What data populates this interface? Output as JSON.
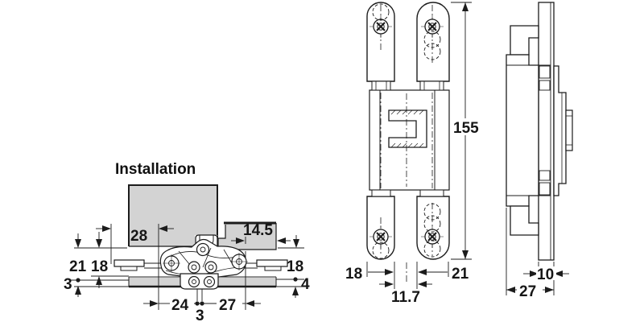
{
  "title": "Installation",
  "installation_view": {
    "dim_28": "28",
    "dim_14_5": "14.5",
    "dim_21_left": "21",
    "dim_18_left": "18",
    "dim_3_left": "3",
    "dim_18_right": "18",
    "dim_4_right": "4",
    "dim_24": "24",
    "dim_3_bottom": "3",
    "dim_27": "27"
  },
  "front_view": {
    "dim_155": "155",
    "dim_18": "18",
    "dim_21": "21",
    "dim_11_7": "11.7"
  },
  "side_view": {
    "dim_10": "10",
    "dim_27": "27"
  },
  "colors": {
    "line": "#1c1c1c",
    "panel_gray": "#d3d3d3",
    "background": "#ffffff"
  }
}
